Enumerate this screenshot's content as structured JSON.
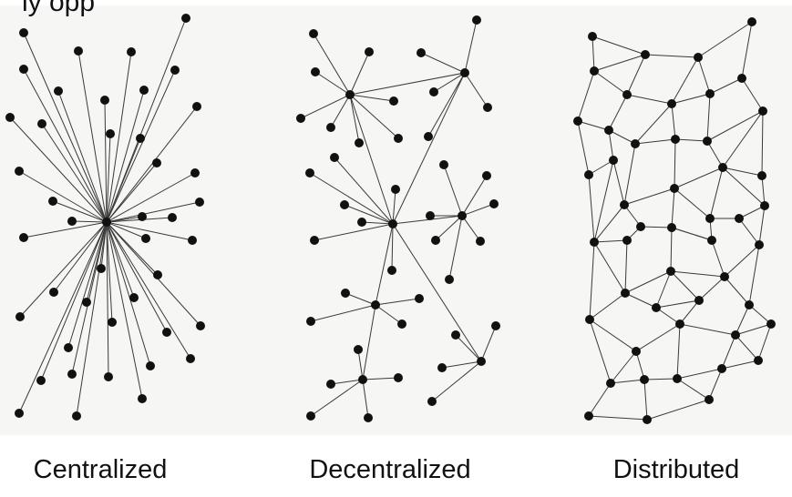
{
  "header_fragment": "ly opp",
  "panels": [
    {
      "id": "centralized",
      "caption": "Centralized"
    },
    {
      "id": "decentralized",
      "caption": "Decentralized"
    },
    {
      "id": "distributed",
      "caption": "Distributed"
    }
  ]
}
